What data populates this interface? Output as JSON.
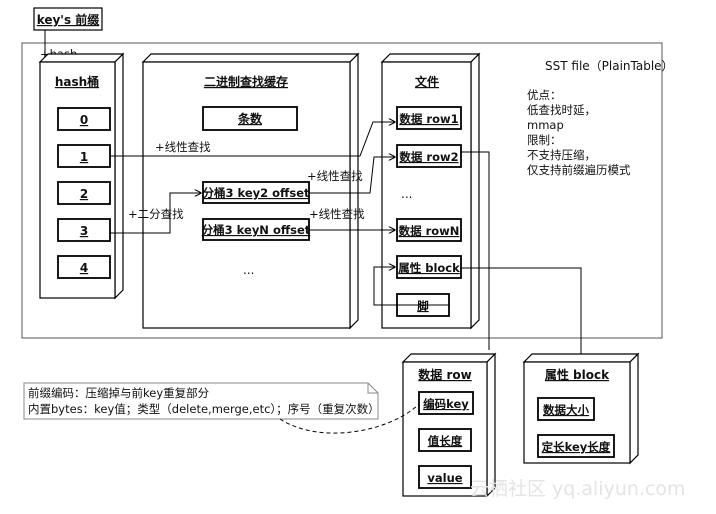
{
  "key_prefix": "key's 前缀",
  "hash_label": "+hash",
  "sst": {
    "title": "SST file（PlainTable）",
    "notes": [
      "优点：",
      "低查找时延，",
      "mmap",
      "限制：",
      "不支持压缩，",
      "仅支持前缀遍历模式"
    ]
  },
  "hash_bucket": {
    "title": "hash桶",
    "items": [
      "0",
      "1",
      "2",
      "3",
      "4"
    ]
  },
  "binary_cache": {
    "title": "二进制查找缓存",
    "count_label": "条数",
    "entries": [
      "分桶3 key2 offset",
      "分桶3 keyN offset"
    ],
    "ellipsis": "..."
  },
  "file": {
    "title": "文件",
    "rows": [
      "数据 row1",
      "数据 row2",
      "...",
      "数据 rowN",
      "属性 block",
      "脚"
    ]
  },
  "edge_labels": {
    "linear1": "+线性查找",
    "binary": "+二分查找",
    "linear2": "+线性查找",
    "linear3": "+线性查找"
  },
  "data_row": {
    "title": "数据 row",
    "fields": [
      "编码key",
      "值长度",
      "value"
    ]
  },
  "property_block": {
    "title": "属性 block",
    "fields": [
      "数据大小",
      "定长key长度"
    ]
  },
  "note": {
    "line1": "前缀编码：压缩掉与前key重复部分",
    "line2": "内置bytes：key值；类型（delete,merge,etc）；序号（重复次数）"
  },
  "watermark": "云栖社区 yq.aliyun.com"
}
